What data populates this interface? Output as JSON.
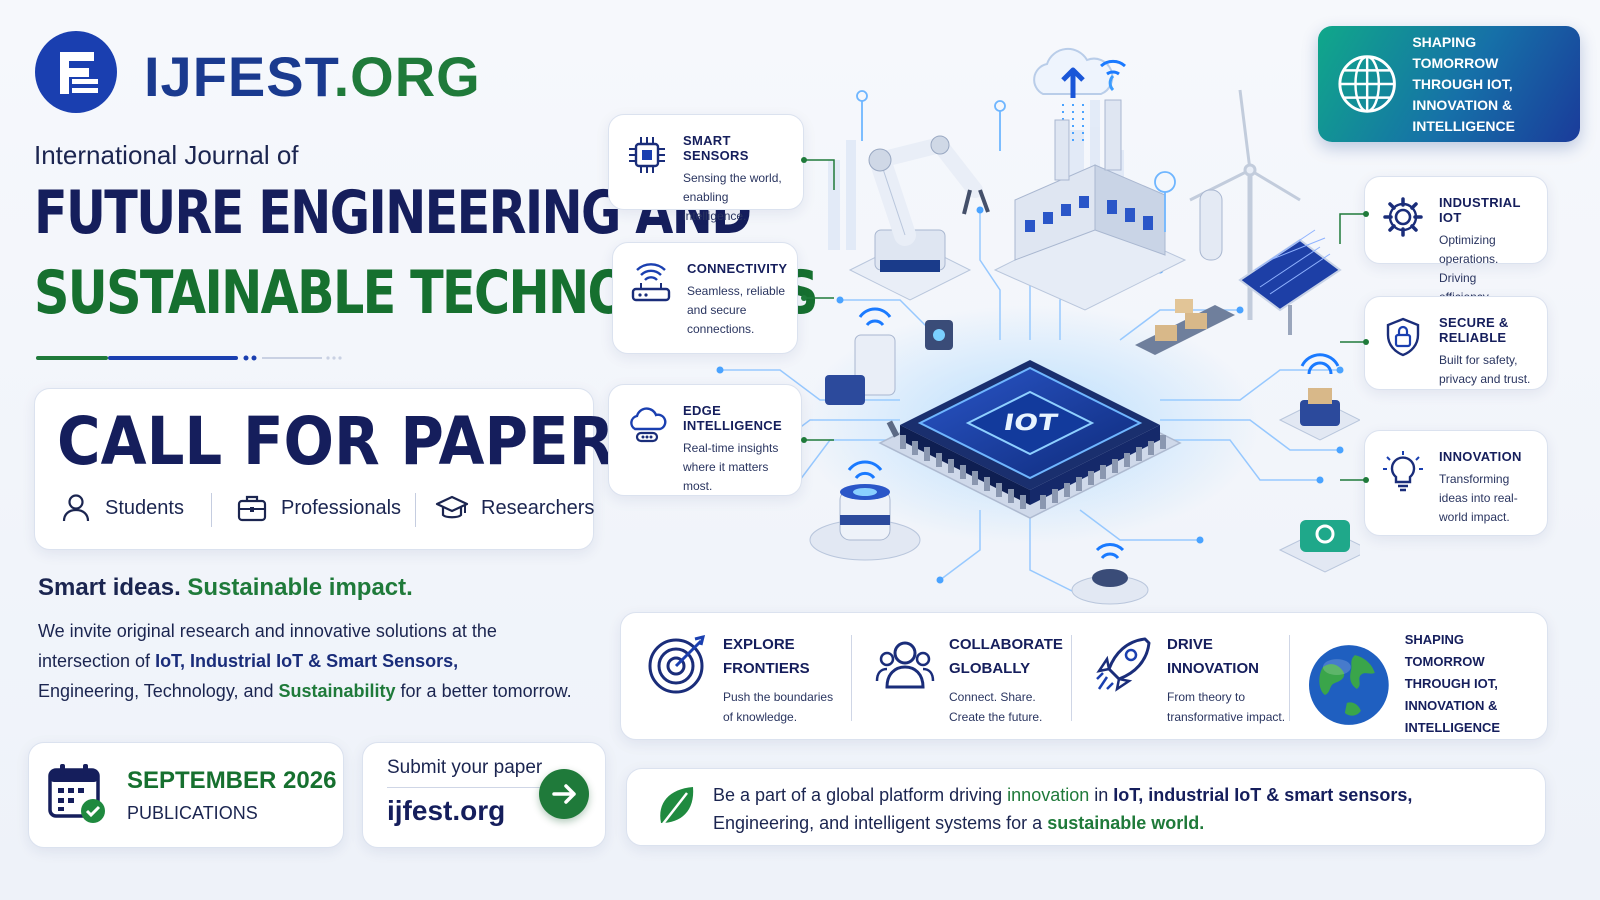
{
  "brand": {
    "name_main": "IJFEST",
    "name_tld": ".ORG"
  },
  "journal": {
    "prefix": "International Journal of",
    "title_line1": "FUTURE ENGINEERING AND",
    "title_line2": "SUSTAINABLE TECHNOLOGIES"
  },
  "cfp": {
    "heading": "CALL FOR PAPERS",
    "audiences": [
      {
        "label": "Students",
        "icon": "user-icon"
      },
      {
        "label": "Professionals",
        "icon": "briefcase-icon"
      },
      {
        "label": "Researchers",
        "icon": "graduation-cap-icon"
      }
    ]
  },
  "tagline": {
    "part1": "Smart ideas.",
    "part2": "Sustainable impact."
  },
  "invite": {
    "t1": "We invite original research and innovative solutions at the",
    "t2": "intersection of ",
    "b1": "IoT, Industrial IoT & Smart Sensors,",
    "t3": "Engineering, Technology, and ",
    "g1": "Sustainability",
    "t4": " for a better tomorrow."
  },
  "left_features": [
    {
      "title": "SMART SENSORS",
      "desc": "Sensing the world, enabling intelligence.",
      "icon": "chip-icon"
    },
    {
      "title": "CONNECTIVITY",
      "desc": "Seamless, reliable and secure connections.",
      "icon": "router-icon"
    },
    {
      "title": "EDGE INTELLIGENCE",
      "desc": "Real-time insights where it matters most.",
      "icon": "cloud-icon"
    }
  ],
  "right_features": [
    {
      "title": "INDUSTRIAL IOT",
      "desc": "Optimizing operations. Driving efficiency.",
      "icon": "gear-icon"
    },
    {
      "title": "SECURE & RELIABLE",
      "desc": "Built for safety, privacy and trust.",
      "icon": "shield-lock-icon"
    },
    {
      "title": "INNOVATION",
      "desc": "Transforming ideas into real-world impact.",
      "icon": "lightbulb-icon"
    }
  ],
  "badge": {
    "l1": "SHAPING TOMORROW",
    "l2": "THROUGH IOT,",
    "l3": "INNOVATION &",
    "l4": "INTELLIGENCE"
  },
  "chip_label": "IOT",
  "bottom_items": [
    {
      "t1": "EXPLORE",
      "t2": "FRONTIERS",
      "d1": "Push the boundaries",
      "d2": "of knowledge.",
      "icon": "target-icon"
    },
    {
      "t1": "COLLABORATE",
      "t2": "GLOBALLY",
      "d1": "Connect. Share.",
      "d2": "Create the future.",
      "icon": "people-icon"
    },
    {
      "t1": "DRIVE",
      "t2": "INNOVATION",
      "d1": "From theory to",
      "d2": "transformative impact.",
      "icon": "rocket-icon"
    }
  ],
  "globe_text": {
    "l1": "SHAPING TOMORROW",
    "l2": "THROUGH IOT,",
    "l3": "INNOVATION &",
    "l4": "INTELLIGENCE"
  },
  "date": {
    "title": "SEPTEMBER 2026",
    "sub": "PUBLICATIONS"
  },
  "submit": {
    "label": "Submit your paper",
    "url": "ijfest.org"
  },
  "banner": {
    "p1": "Be a part of a global platform driving ",
    "g1": "innovation",
    "p2": " in ",
    "b1": "IoT, industrial IoT & smart sensors,",
    "p3": "Engineering, and intelligent systems for a ",
    "g2": "sustainable world."
  },
  "colors": {
    "navy": "#151e5c",
    "green": "#1f7a3a",
    "blue": "#1a3a8f",
    "teal": "#10a88a"
  }
}
